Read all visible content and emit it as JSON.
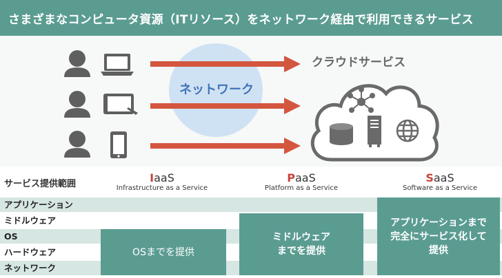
{
  "header": {
    "title": "さまざまなコンピュータ資源（ITリソース）をネットワーク経由で利用できるサービス"
  },
  "network_label": "ネットワーク",
  "cloud_label": "クラウドサービス",
  "range_label": "サービス提供範囲",
  "services": [
    {
      "first": "I",
      "rest": "aaS",
      "sub": "Infrastructure as a Service"
    },
    {
      "first": "P",
      "rest": "aaS",
      "sub": "Platform as a Service"
    },
    {
      "first": "S",
      "rest": "aaS",
      "sub": "Software as a Service"
    }
  ],
  "layers": [
    "アプリケーション",
    "ミドルウェア",
    "OS",
    "ハードウェア",
    "ネットワーク"
  ],
  "blocks": {
    "iaas": "OSまでを提供",
    "paas": "ミドルウェア\nまでを提供",
    "saas": "アプリケーションまで\n完全にサービス化して\n提供"
  },
  "colors": {
    "header": "#5b9c91",
    "band": "#d6e6e2",
    "arrow": "#d4563f",
    "network_circle": "#cfe2f3",
    "accent_letter": "#c8443a"
  }
}
